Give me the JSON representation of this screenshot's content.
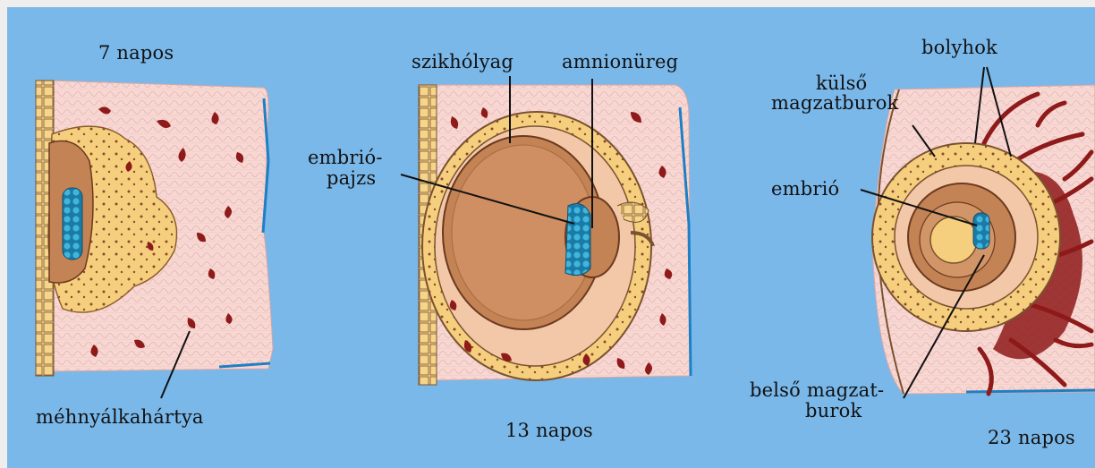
{
  "panels": [
    {
      "title": "7 napos",
      "labels": {
        "endometrium": "méhnyálkahártya"
      }
    },
    {
      "title": "13 napos",
      "labels": {
        "yolk_sac": "szikhólyag",
        "amniotic_cavity": "amnionüreg",
        "embryonic_shield_1": "embrió-",
        "embryonic_shield_2": "pajzs"
      }
    },
    {
      "title": "23 napos",
      "labels": {
        "villi": "bolyhok",
        "outer_membrane_1": "külső",
        "outer_membrane_2": "magzatburok",
        "embryo": "embrió",
        "inner_membrane_1": "belső magzat-",
        "inner_membrane_2": "burok"
      }
    }
  ],
  "colors": {
    "background": "#7ab8ea",
    "tissue": "#f8d7d3",
    "yolk": "#f5cf7e",
    "embryo_brown": "#c48354",
    "blood": "#8e1a1a",
    "embryo_cells": "#2f9fc9"
  }
}
